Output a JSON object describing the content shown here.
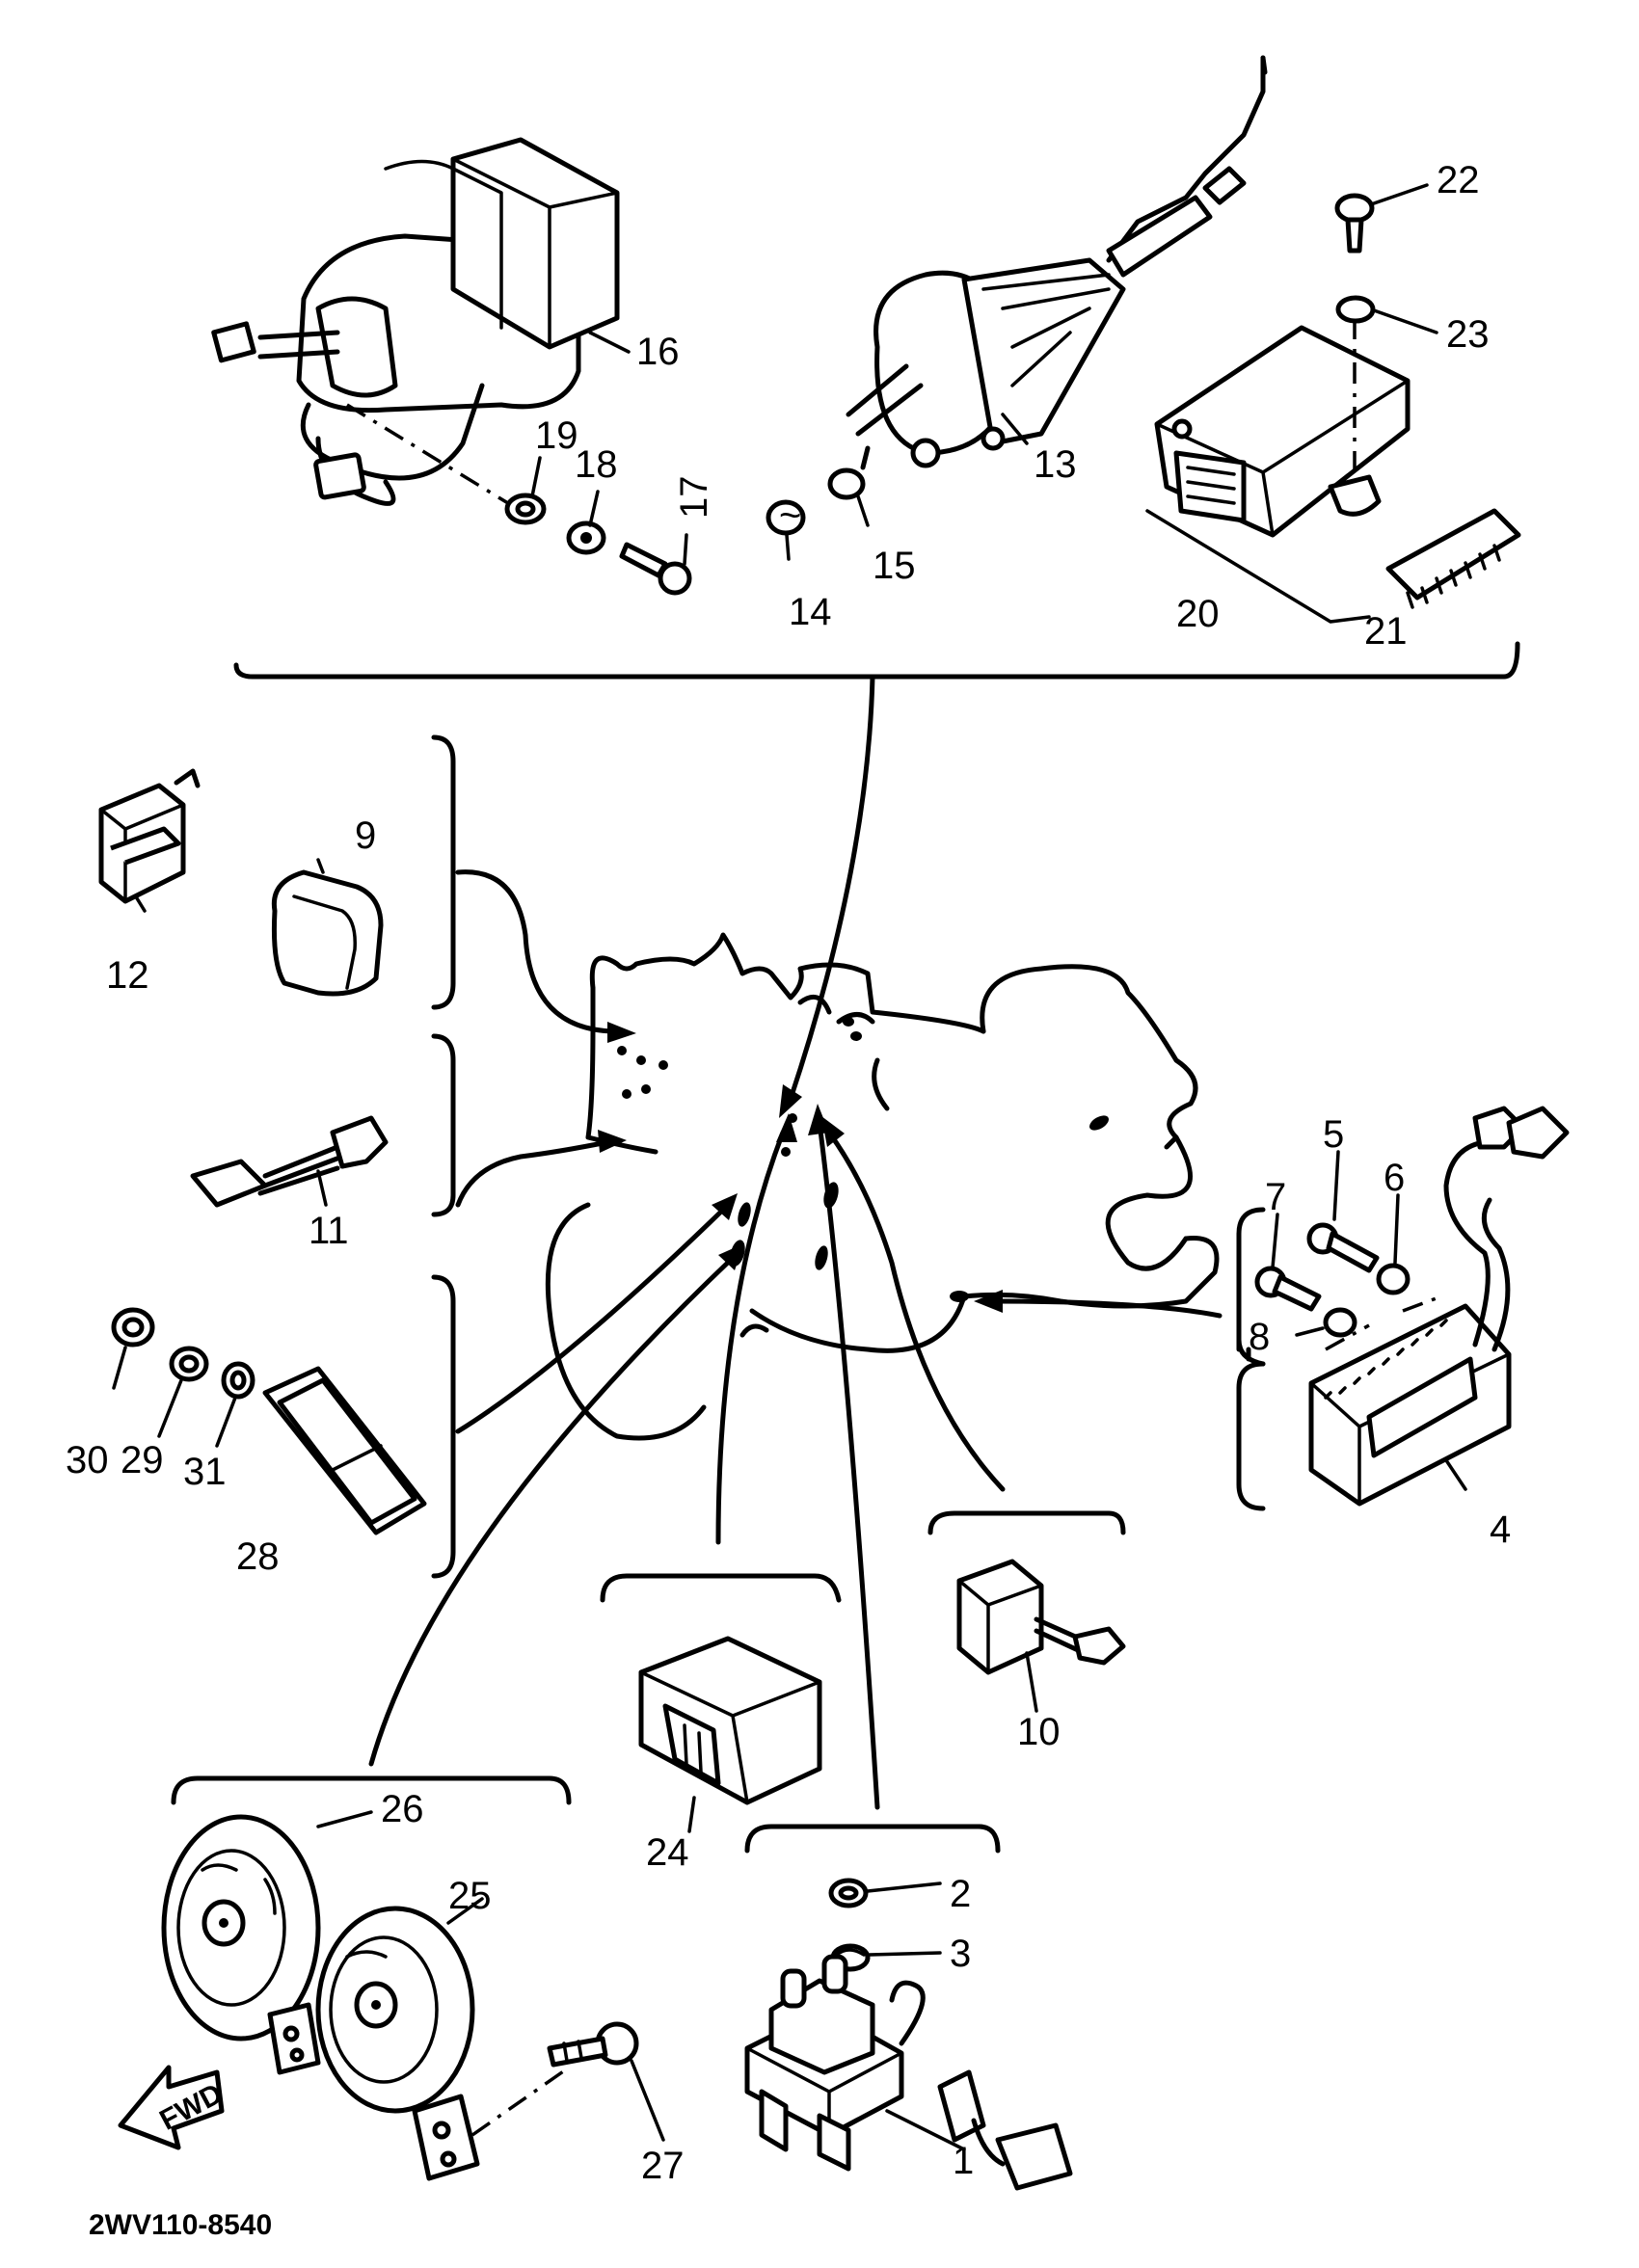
{
  "drawing_code": "2WV110-8540",
  "direction_badge": "FWD",
  "callouts": [
    {
      "id": "c1",
      "text": "1"
    },
    {
      "id": "c2",
      "text": "2"
    },
    {
      "id": "c3",
      "text": "3"
    },
    {
      "id": "c4",
      "text": "4"
    },
    {
      "id": "c5",
      "text": "5"
    },
    {
      "id": "c6",
      "text": "6"
    },
    {
      "id": "c7",
      "text": "7"
    },
    {
      "id": "c8",
      "text": "8"
    },
    {
      "id": "c9",
      "text": "9"
    },
    {
      "id": "c10",
      "text": "10"
    },
    {
      "id": "c11",
      "text": "11"
    },
    {
      "id": "c12",
      "text": "12"
    },
    {
      "id": "c13",
      "text": "13"
    },
    {
      "id": "c14",
      "text": "14"
    },
    {
      "id": "c15",
      "text": "15"
    },
    {
      "id": "c16",
      "text": "16"
    },
    {
      "id": "c17",
      "text": "17"
    },
    {
      "id": "c18",
      "text": "18"
    },
    {
      "id": "c19",
      "text": "19"
    },
    {
      "id": "c20",
      "text": "20"
    },
    {
      "id": "c21",
      "text": "21"
    },
    {
      "id": "c22",
      "text": "22"
    },
    {
      "id": "c23",
      "text": "23"
    },
    {
      "id": "c24",
      "text": "24"
    },
    {
      "id": "c25",
      "text": "25"
    },
    {
      "id": "c26",
      "text": "26"
    },
    {
      "id": "c27",
      "text": "27"
    },
    {
      "id": "c28",
      "text": "28"
    },
    {
      "id": "c29",
      "text": "29"
    },
    {
      "id": "c30",
      "text": "30"
    },
    {
      "id": "c31",
      "text": "31"
    }
  ]
}
